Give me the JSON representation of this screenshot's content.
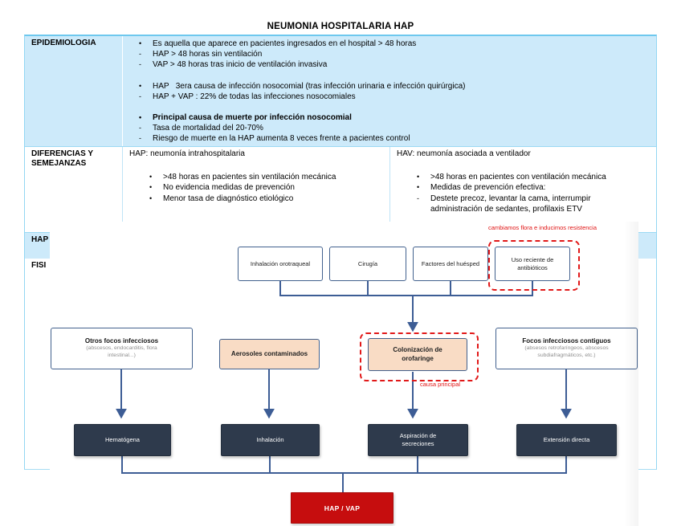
{
  "page": {
    "title": "NEUMONIA HOSPITALARIA HAP"
  },
  "colors": {
    "row_highlight": "#cdeafa",
    "table_border": "#93d6f3",
    "diagram_box_border": "#42618e",
    "connector_blue": "#3d5d95",
    "dark_box": "#2e3a4c",
    "peach_box": "#f9dcc5",
    "alert_red": "#e11818",
    "result_red": "#c60d0e"
  },
  "table": {
    "rows": {
      "epidemiologia": {
        "label": "EPIDEMIOLOGIA",
        "items": [
          {
            "m": "•",
            "t": "Es aquella que aparece en pacientes ingresados en el hospital > 48 horas"
          },
          {
            "m": "-",
            "t": "HAP > 48 horas sin ventilación"
          },
          {
            "m": "-",
            "t": "VAP > 48 horas tras inicio de ventilación invasiva"
          },
          {
            "m": "•",
            "t": "HAP   3era causa de infección nosocomial (tras infección urinaria e infección quirúrgica)"
          },
          {
            "m": "-",
            "t": "HAP + VAP : 22% de todas las infecciones nosocomiales"
          },
          {
            "m": "•",
            "t": "Principal causa de muerte por infección nosocomial"
          },
          {
            "m": "-",
            "t": "Tasa de mortalidad del 20-70%"
          },
          {
            "m": "-",
            "t": "Riesgo de muerte en la HAP aumenta 8 veces frente a pacientes control"
          }
        ]
      },
      "diferencias": {
        "label": "DIFERENCIAS Y SEMEJANZAS",
        "col_hap": {
          "header": "HAP: neumonía intrahospitalaria",
          "items": [
            {
              "m": "•",
              "t": ">48 horas en pacientes sin ventilación mecánica"
            },
            {
              "m": "•",
              "t": "No evidencia medidas de prevención"
            },
            {
              "m": "•",
              "t": "Menor tasa de diagnóstico etiológico"
            }
          ]
        },
        "col_hav": {
          "header": "HAV: neumonía asociada a ventilador",
          "items": [
            {
              "m": "•",
              "t": ">48 horas en pacientes con ventilación mecánica"
            },
            {
              "m": "•",
              "t": "Medidas de prevención efectiva:"
            },
            {
              "m": "-",
              "t": "Destete precoz, levantar la cama, interrumpir administración de sedantes, profilaxis ETV"
            }
          ]
        }
      },
      "hap_row": {
        "label": "HAP"
      },
      "fisio_row": {
        "label": "FISI"
      }
    }
  },
  "diagram": {
    "annotation_top": "cambiamos flora e inducimos resistencia",
    "annotation_causa": "causa principal",
    "top_boxes": [
      {
        "label": "Inhalación orotraqueal"
      },
      {
        "label": "Cirugía"
      },
      {
        "label": "Factores del huésped"
      },
      {
        "label": "Uso reciente de antibióticos"
      }
    ],
    "mid_boxes": [
      {
        "title": "Otros focos infecciosos",
        "sub": "(abscesos, endocarditis, flora intestinal...)"
      },
      {
        "title": "Aerosoles contaminados"
      },
      {
        "title": "Colonización de orofaringe"
      },
      {
        "title": "Focos infecciosos contiguos",
        "sub": "(absesos retrofaríngeos, abscesos subdiafragmáticos, etc.)"
      }
    ],
    "route_boxes": [
      {
        "label": "Hematógena"
      },
      {
        "label": "Inhalación"
      },
      {
        "label": "Aspiración de secreciones"
      },
      {
        "label": "Extensión directa"
      }
    ],
    "result_box": {
      "label": "HAP / VAP"
    }
  }
}
